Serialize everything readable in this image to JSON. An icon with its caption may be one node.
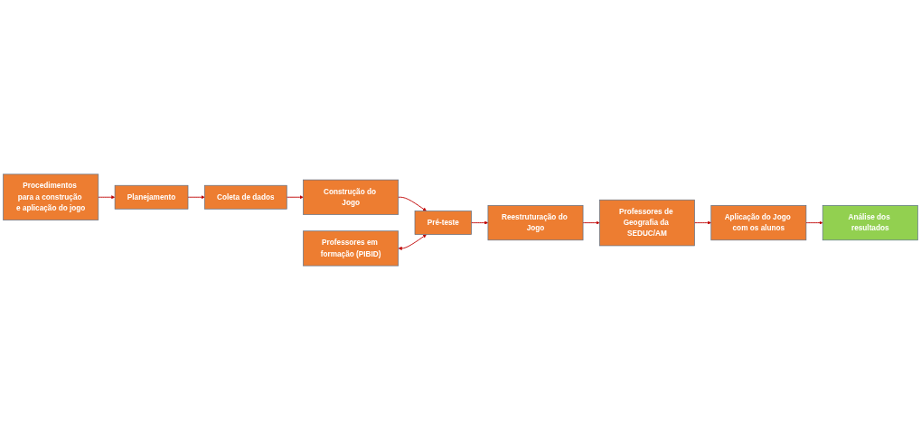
{
  "diagram": {
    "nodes": [
      {
        "text": [
          "Procedimentos para a construção e aplicação do jogo"
        ]
      },
      {
        "text": [
          "Planejamento"
        ]
      },
      {
        "text": [
          "Coleta de dados"
        ]
      },
      {
        "text": [
          "Construção do Jogo"
        ]
      },
      {
        "text": [
          "Professores em formação (PIBID)"
        ]
      },
      {
        "text": [
          "Pré-teste"
        ]
      },
      {
        "text": [
          "Reestruturação do Jogo"
        ]
      },
      {
        "text": [
          "Análise dos resultados"
        ]
      },
      {
        "text": [
          "Aplicação do Jogo com os alunos"
        ]
      },
      {
        "text": [
          "Professores de Geografia da SEDUC/AM"
        ]
      }
    ],
    "edges": [
      {
        "from": 0,
        "to": 1,
        "arrow": "to"
      },
      {
        "from": 1,
        "to": 2,
        "arrow": "to"
      },
      {
        "from": 2,
        "to": 3,
        "arrow": "to"
      },
      {
        "from": 3,
        "to": 5,
        "arrow": "to"
      },
      {
        "from": 4,
        "to": 5,
        "arrow": "both"
      },
      {
        "from": 5,
        "to": 6,
        "arrow": "to"
      },
      {
        "from": 6,
        "to": 9,
        "arrow": "to"
      },
      {
        "from": 9,
        "to": 8,
        "arrow": "to"
      },
      {
        "from": 8,
        "to": 7,
        "arrow": "to"
      }
    ]
  }
}
